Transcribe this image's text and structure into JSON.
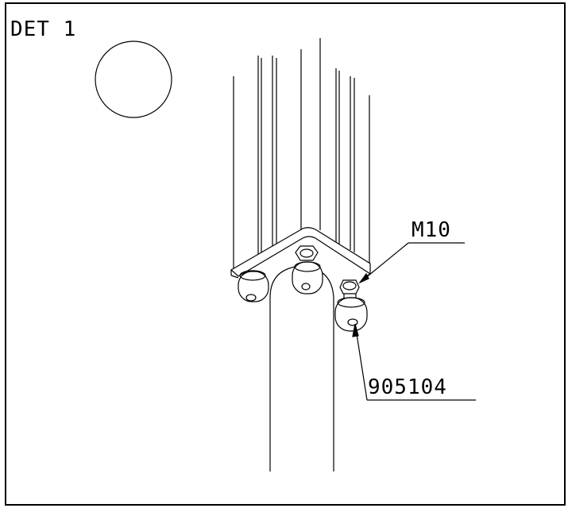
{
  "drawing": {
    "detail_label": "DET 1",
    "callouts": {
      "screw": "M10",
      "foot_part_number": "905104"
    },
    "colors": {
      "line": "#000000",
      "background": "#ffffff"
    }
  }
}
